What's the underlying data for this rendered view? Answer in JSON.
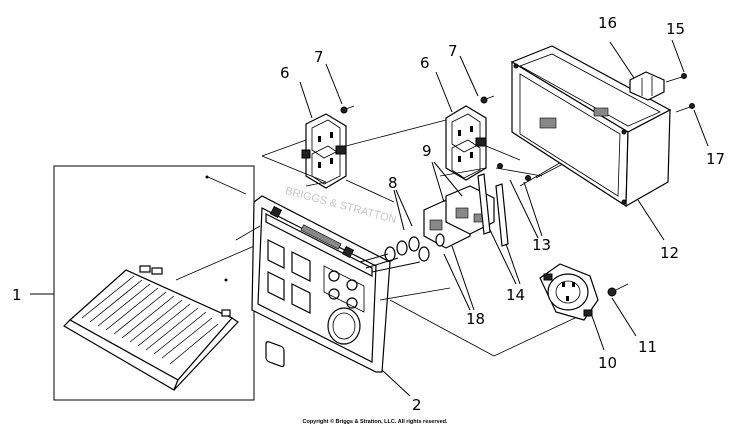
{
  "callouts": [
    {
      "id": "1",
      "text": "1"
    },
    {
      "id": "2",
      "text": "2"
    },
    {
      "id": "6a",
      "text": "6"
    },
    {
      "id": "6b",
      "text": "6"
    },
    {
      "id": "7a",
      "text": "7"
    },
    {
      "id": "7b",
      "text": "7"
    },
    {
      "id": "8",
      "text": "8"
    },
    {
      "id": "9",
      "text": "9"
    },
    {
      "id": "10",
      "text": "10"
    },
    {
      "id": "11",
      "text": "11"
    },
    {
      "id": "12",
      "text": "12"
    },
    {
      "id": "13",
      "text": "13"
    },
    {
      "id": "14",
      "text": "14"
    },
    {
      "id": "15",
      "text": "15"
    },
    {
      "id": "16",
      "text": "16"
    },
    {
      "id": "17",
      "text": "17"
    },
    {
      "id": "18",
      "text": "18"
    }
  ],
  "copyright": "Copyright © Briggs & Stratton, LLC. All rights reserved.",
  "watermark": "BRIGGS & STRATTON"
}
